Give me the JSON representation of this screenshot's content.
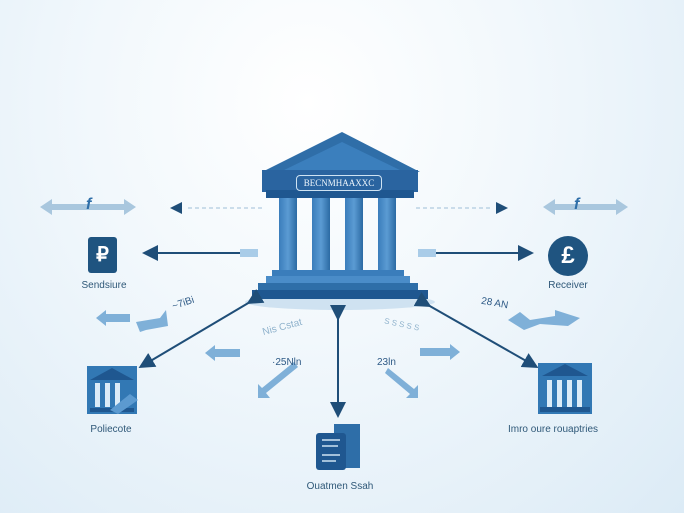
{
  "central_bank": {
    "label": "BECNMHAAXXC"
  },
  "nodes": {
    "sender": {
      "label": "Sendsiure",
      "icon": "ruble-icon",
      "glyph": "₽"
    },
    "receiver": {
      "label": "Receiver",
      "icon": "pound-icon",
      "glyph": "£"
    },
    "left_bank": {
      "label": "Poliecote"
    },
    "right_bank": {
      "label": "Imro oure rouaptries"
    },
    "document": {
      "label": "Ouatmen Ssah"
    }
  },
  "top_arrows": {
    "left_glyph": "f",
    "right_glyph": "f"
  },
  "annotations": {
    "left_upper": "~7iBi",
    "left_mid": "Nis Cstat",
    "left_lower": "·25Nln",
    "right_upper": "28 AN",
    "right_mid": "S S S S S",
    "right_lower": "23ln"
  },
  "colors": {
    "primary": "#2e6ea8",
    "dark": "#1f4e78",
    "light": "#8fb8d8",
    "background": "#eaf3fa"
  }
}
